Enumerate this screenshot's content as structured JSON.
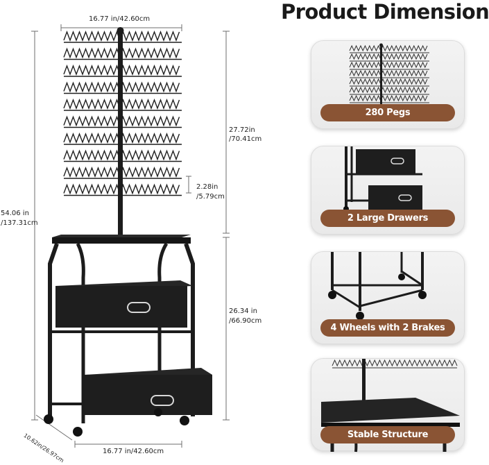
{
  "title": "Product Dimension",
  "dimensions": {
    "top_width": "16.77 in/42.60cm",
    "peg_section_height_in": "27.72in",
    "peg_section_height_cm": "/70.41cm",
    "peg_spacing_in": "2.28in",
    "peg_spacing_cm": "/5.79cm",
    "total_height_in": "54.06 in",
    "total_height_cm": "/137.31cm",
    "cart_height_in": "26.34 in",
    "cart_height_cm": "/66.90cm",
    "depth": "10.62in/26.97cm",
    "bottom_width": "16.77 in/42.60cm"
  },
  "features": [
    {
      "label": "280 Pegs",
      "icon": "peg-rack-icon"
    },
    {
      "label": "2 Large Drawers",
      "icon": "drawer-icon"
    },
    {
      "label": "4 Wheels with 2 Brakes",
      "icon": "wheel-icon"
    },
    {
      "label": "Stable Structure",
      "icon": "tabletop-icon"
    }
  ],
  "colors": {
    "accent": "#8a5434",
    "frame": "#1c1c1c",
    "card_bg": "#eeeeee"
  }
}
